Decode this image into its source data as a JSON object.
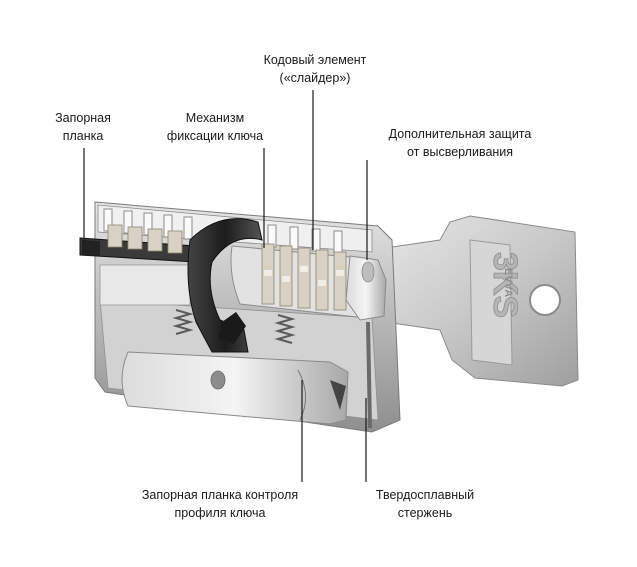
{
  "labels": {
    "locking_bar": {
      "line1": "Запорная",
      "line2": "планка"
    },
    "key_fix": {
      "line1": "Механизм",
      "line2": "фиксации ключа"
    },
    "code_element": {
      "line1": "Кодовый элемент",
      "line2": "(«слайдер»)"
    },
    "drill_protection": {
      "line1": "Дополнительная защита",
      "line2": "от высверливания"
    },
    "profile_bar": {
      "line1": "Запорная планка контроля",
      "line2": "профиля ключа"
    },
    "hard_rod": {
      "line1": "Твердосплавный",
      "line2": "стержень"
    }
  },
  "key_brand": "EVVA",
  "key_model": "3KS",
  "colors": {
    "metal": "#c8c8c8",
    "metal_dark": "#7d7d7d",
    "plastic": "#d9d2c4",
    "dark_part": "#2b2b2b",
    "leader": "#1a1a1a"
  }
}
